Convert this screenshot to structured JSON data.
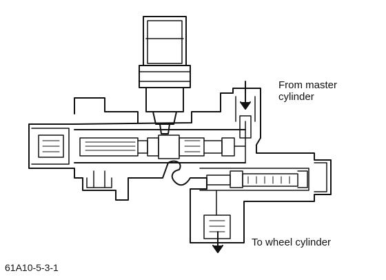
{
  "labels": {
    "from_master_line1": "From master",
    "from_master_line2": "cylinder",
    "to_wheel": "To wheel cylinder",
    "figure_code": "61A10-5-3-1"
  },
  "colors": {
    "ink": "#111111",
    "background": "#ffffff"
  }
}
